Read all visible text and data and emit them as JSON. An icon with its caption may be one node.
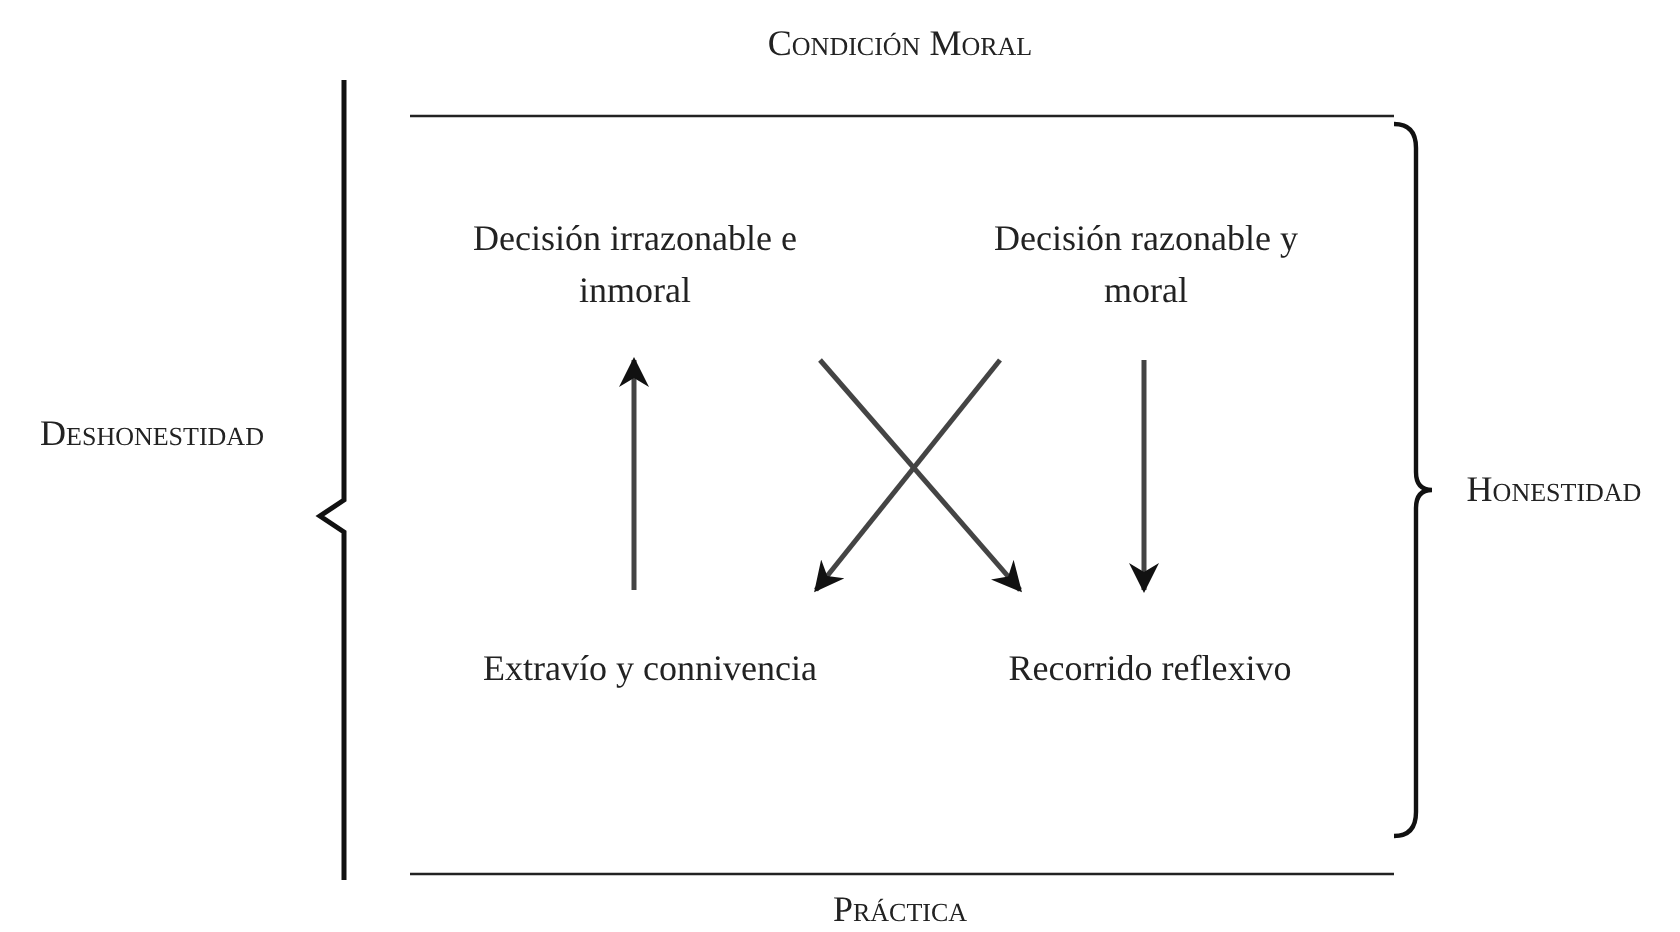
{
  "diagram": {
    "nodes": [
      {
        "text": [
          "Decisión irrazonable e inmoral"
        ]
      },
      {
        "text": [
          "Decisión razonable y moral"
        ]
      },
      {
        "text": [
          "Extravío y connivencia"
        ]
      },
      {
        "text": [
          "Recorrido reflexivo"
        ]
      }
    ],
    "edges": [
      {
        "from": 2,
        "to": 0,
        "arrow": "to"
      },
      {
        "from": 1,
        "to": 2,
        "arrow": "to"
      },
      {
        "from": 0,
        "to": 3,
        "arrow": "to"
      },
      {
        "from": 1,
        "to": 3,
        "arrow": "to"
      }
    ],
    "labels": [
      "Condición Moral",
      "Deshonestidad",
      "Honestidad",
      "Práctica"
    ]
  }
}
